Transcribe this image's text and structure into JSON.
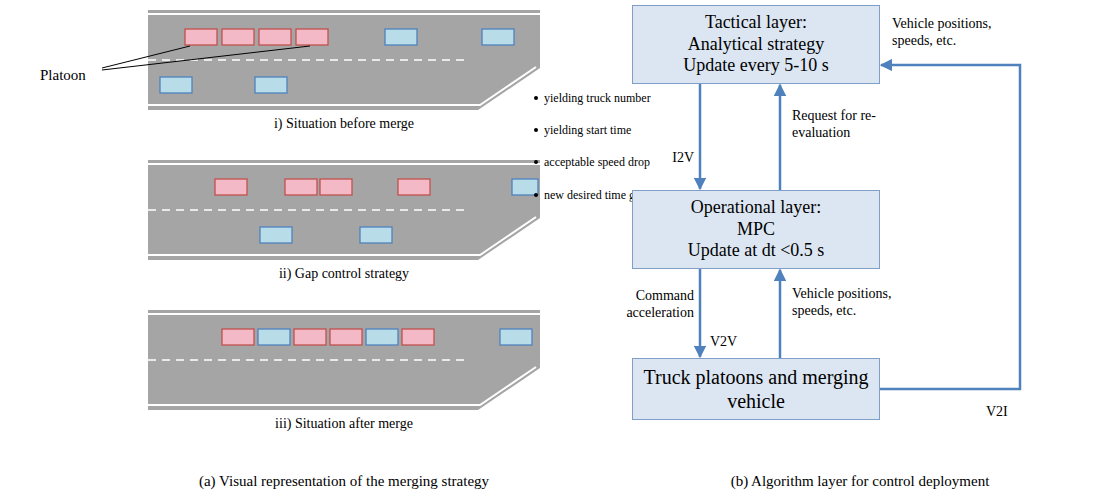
{
  "diagram": {
    "nodes": [
      {
        "text": [
          "Tactical layer:",
          "Analytical strategy",
          "Update every 5-10 s"
        ]
      },
      {
        "text": [
          "Operational layer:",
          "MPC",
          "Update at dt <0.5 s"
        ]
      },
      {
        "text": [
          "Truck platoons and merging vehicle"
        ]
      }
    ],
    "edges": [
      {
        "from": 0,
        "to": 1,
        "arrow": "to",
        "label": "I2V"
      },
      {
        "from": 1,
        "to": 0,
        "arrow": "to",
        "label": "Request for re-evaluation"
      },
      {
        "from": 1,
        "to": 2,
        "arrow": "to",
        "label": "Command acceleration"
      },
      {
        "from": 2,
        "to": 1,
        "arrow": "to",
        "label": "Vehicle positions, speeds, etc."
      },
      {
        "from": 2,
        "to": 0,
        "arrow": "to",
        "label": "V2I"
      }
    ],
    "labels": [
      "Platoon",
      "i) Situation before merge",
      "ii) Gap control strategy",
      "iii) Situation after merge",
      "(a) Visual representation of the merging strategy",
      "yielding truck number",
      "yielding start time",
      "acceptable speed drop",
      "new desired time gap",
      "V2V",
      "Vehicle positions, speeds, etc.",
      "(b) Algorithm layer for control deployment"
    ]
  }
}
